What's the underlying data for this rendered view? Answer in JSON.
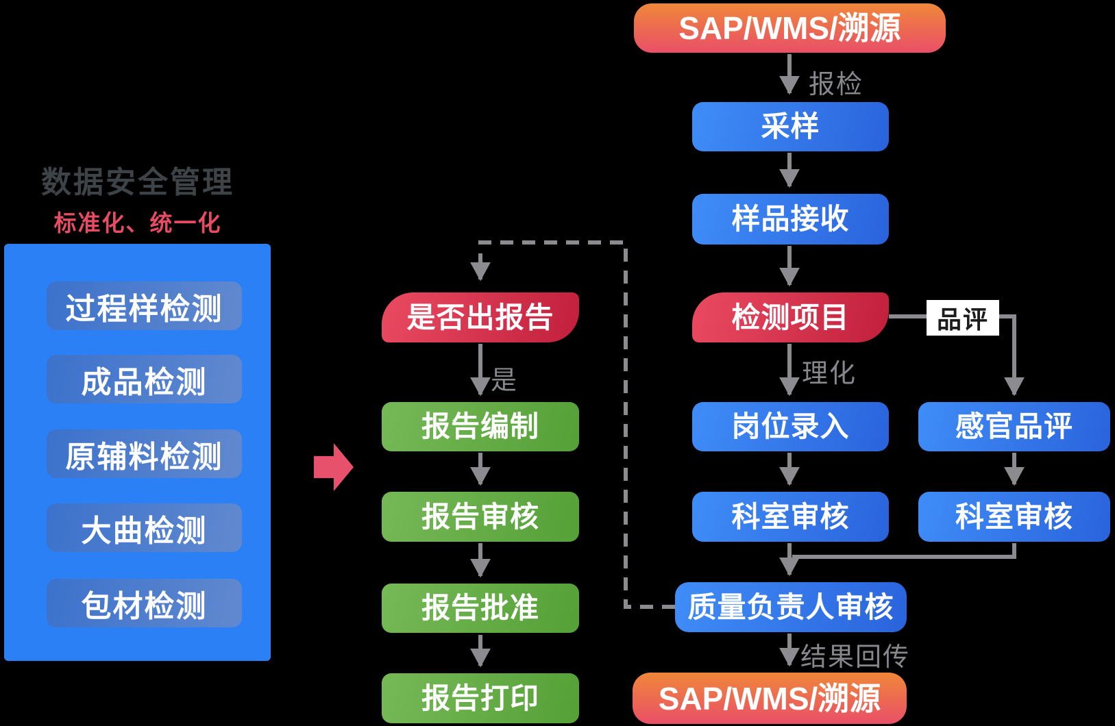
{
  "colors": {
    "background": "#000000",
    "panel_blue": "#2A80F4",
    "pill_blue_start": "#3C72CC",
    "pill_blue_end": "#6189CE",
    "process_blue_start": "#3F8DF8",
    "process_blue_end": "#2A63DC",
    "decision_red_start": "#EA4B61",
    "decision_red_end": "#C11F3C",
    "report_green_start": "#76B957",
    "report_green_end": "#55A037",
    "sap_orange_top": "#F0873A",
    "sap_red_bottom": "#E94F67",
    "connector_gray": "#8C8C90",
    "title_gray": "#3E4347",
    "subtitle_red": "#E74C62",
    "highlight_arrow_pink": "#E8516B"
  },
  "left_panel": {
    "title": "数据安全管理",
    "subtitle": "标准化、统一化",
    "items": [
      "过程样检测",
      "成品检测",
      "原辅料检测",
      "大曲检测",
      "包材检测"
    ]
  },
  "report_flow": {
    "decision": "是否出报告",
    "yes_label": "是",
    "steps": [
      "报告编制",
      "报告审核",
      "报告批准",
      "报告打印"
    ]
  },
  "main_flow": {
    "source": "SAP/WMS/溯源",
    "submit_label": "报检",
    "sampling": "采样",
    "sample_receive": "样品接收",
    "test_items": "检测项目",
    "physchem_label": "理化",
    "tasting_label": "品评",
    "post_entry": "岗位录入",
    "sensory_tasting": "感官品评",
    "dept_review_left": "科室审核",
    "dept_review_right": "科室审核",
    "quality_review": "质量负责人审核",
    "result_return_label": "结果回传",
    "sink": "SAP/WMS/溯源"
  }
}
